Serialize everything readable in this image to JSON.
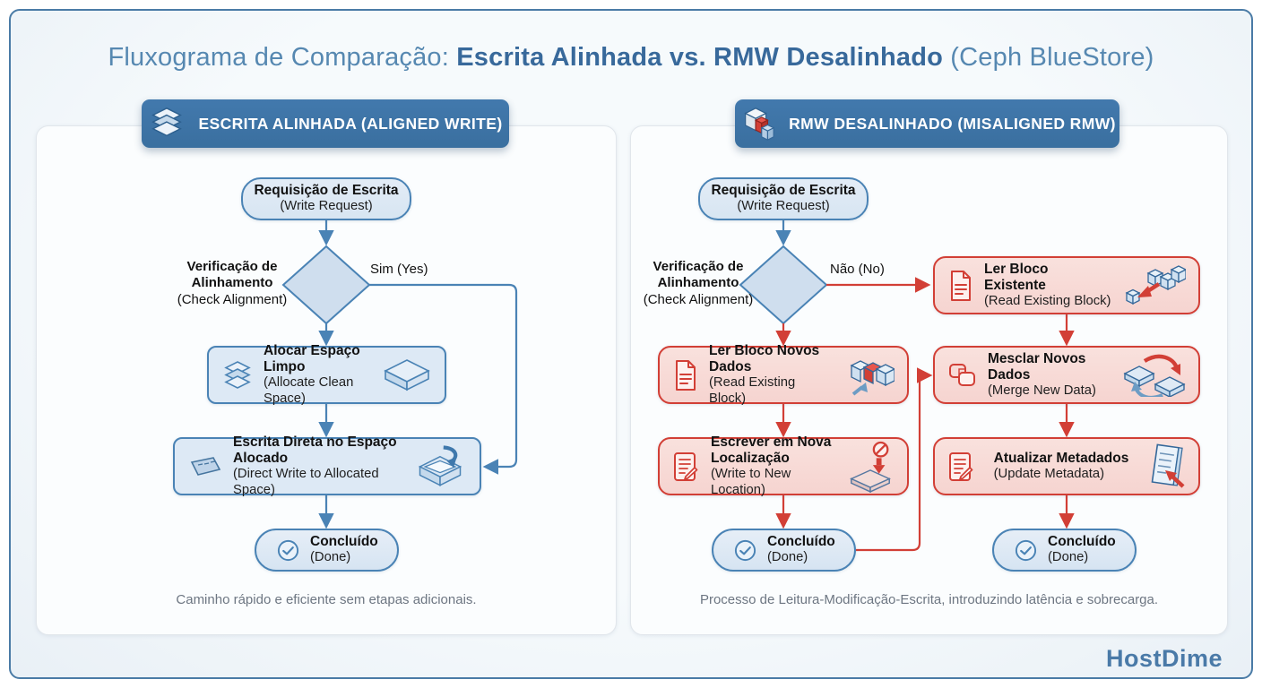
{
  "title": {
    "prefix": "Fluxograma de Comparação: ",
    "bold": "Escrita Alinhada vs. RMW Desalinhado",
    "suffix": " (Ceph BlueStore)"
  },
  "branding": {
    "logo": "HostDime"
  },
  "colors": {
    "accent_blue": "#3e74a8",
    "node_blue_border": "#4a83b5",
    "node_blue_fill": "#dde9f5",
    "red": "#d23f36",
    "red_fill": "#f8dbd7",
    "frame_border": "#4a7ba6",
    "caption_gray": "#6d7682"
  },
  "left_panel": {
    "header": "ESCRITA ALINHADA (ALIGNED WRITE)",
    "header_icon": "layers-stack-icon",
    "request": {
      "title": "Requisição de Escrita",
      "subtitle": "(Write Request)"
    },
    "decision_label": {
      "line1": "Verificação de",
      "line2": "Alinhamento",
      "line3": "(Check Alignment)"
    },
    "yes_label": "Sim (Yes)",
    "allocate": {
      "title": "Alocar Espaço Limpo",
      "subtitle": "(Allocate Clean Space)",
      "icon_left": "layers-stack-icon",
      "icon_right": "clean-slab-icon"
    },
    "direct_write": {
      "title": "Escrita Direta no Espaço Alocado",
      "subtitle": "(Direct Write to Allocated Space)",
      "icon_left": "data-wave-icon",
      "icon_right": "write-into-box-icon"
    },
    "done": {
      "title": "Concluído",
      "subtitle": "(Done)",
      "icon": "check-circle-icon"
    },
    "caption": "Caminho rápido e eficiente sem etapas adicionais."
  },
  "right_panel": {
    "header": "RMW DESALINHADO (MISALIGNED RMW)",
    "header_icon": "rmw-blocks-icon",
    "request": {
      "title": "Requisição de Escrita",
      "subtitle": "(Write Request)"
    },
    "decision_label": {
      "line1": "Verificação de",
      "line2": "Alinhamento",
      "line3": "(Check Alignment)"
    },
    "no_label": "Não (No)",
    "read_existing": {
      "title": "Ler Bloco Existente",
      "subtitle": "(Read Existing Block)",
      "icon_left": "document-icon",
      "icon_right": "block-pull-icon"
    },
    "read_new": {
      "title": "Ler Bloco Novos Dados",
      "subtitle": "(Read Existing Block)",
      "icon_left": "document-icon",
      "icon_right": "block-highlight-icon"
    },
    "write_new": {
      "title": "Escrever em Nova Localização",
      "subtitle": "(Write to New Location)",
      "icon_left": "document-edit-icon",
      "icon_right": "write-block-denied-icon"
    },
    "merge": {
      "title": "Mesclar Novos Dados",
      "subtitle": "(Merge New Data)",
      "icon_left": "overlap-squares-icon",
      "icon_right": "merge-swap-icon"
    },
    "update_meta": {
      "title": "Atualizar Metadados",
      "subtitle": "(Update Metadata)",
      "icon_left": "document-edit-icon",
      "icon_right": "metadata-page-icon"
    },
    "done_left": {
      "title": "Concluído",
      "subtitle": "(Done)",
      "icon": "check-circle-icon"
    },
    "done_right": {
      "title": "Concluído",
      "subtitle": "(Done)",
      "icon": "check-circle-icon"
    },
    "caption": "Processo de Leitura-Modificação-Escrita, introduzindo latência e sobrecarga."
  }
}
